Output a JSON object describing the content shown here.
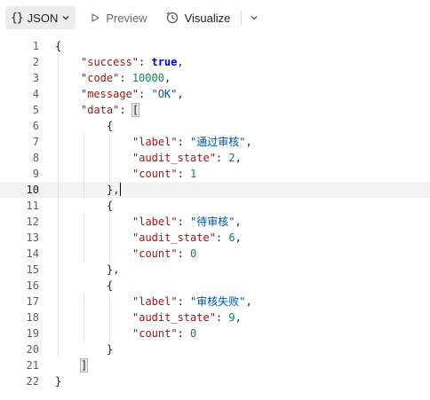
{
  "toolbar": {
    "format_label": "JSON",
    "preview_label": "Preview",
    "visualize_label": "Visualize",
    "icons": {
      "format": "braces-icon",
      "format_dropdown": "chevron-down-icon",
      "preview": "play-icon",
      "visualize": "visualize-icon",
      "more": "chevron-down-icon"
    }
  },
  "editor": {
    "active_line": 10,
    "lines": [
      {
        "num": "1",
        "indent": 0,
        "tokens": [
          [
            "p",
            "{"
          ]
        ]
      },
      {
        "num": "2",
        "indent": 1,
        "tokens": [
          [
            "k",
            "\"success\""
          ],
          [
            "p",
            ": "
          ],
          [
            "b",
            "true"
          ],
          [
            "p",
            ","
          ]
        ]
      },
      {
        "num": "3",
        "indent": 1,
        "tokens": [
          [
            "k",
            "\"code\""
          ],
          [
            "p",
            ": "
          ],
          [
            "n",
            "10000"
          ],
          [
            "p",
            ","
          ]
        ]
      },
      {
        "num": "4",
        "indent": 1,
        "tokens": [
          [
            "k",
            "\"message\""
          ],
          [
            "p",
            ": "
          ],
          [
            "s",
            "\"OK\""
          ],
          [
            "p",
            ","
          ]
        ]
      },
      {
        "num": "5",
        "indent": 1,
        "tokens": [
          [
            "k",
            "\"data\""
          ],
          [
            "p",
            ": "
          ],
          [
            "hl",
            "["
          ]
        ]
      },
      {
        "num": "6",
        "indent": 2,
        "tokens": [
          [
            "p",
            "{"
          ]
        ]
      },
      {
        "num": "7",
        "indent": 3,
        "tokens": [
          [
            "k",
            "\"label\""
          ],
          [
            "p",
            ": "
          ],
          [
            "s",
            "\"通过审核\""
          ],
          [
            "p",
            ","
          ]
        ]
      },
      {
        "num": "8",
        "indent": 3,
        "tokens": [
          [
            "k",
            "\"audit_state\""
          ],
          [
            "p",
            ": "
          ],
          [
            "n",
            "2"
          ],
          [
            "p",
            ","
          ]
        ]
      },
      {
        "num": "9",
        "indent": 3,
        "tokens": [
          [
            "k",
            "\"count\""
          ],
          [
            "p",
            ": "
          ],
          [
            "n",
            "1"
          ]
        ]
      },
      {
        "num": "10",
        "indent": 2,
        "tokens": [
          [
            "p",
            "},"
          ],
          [
            "cursor",
            ""
          ]
        ]
      },
      {
        "num": "11",
        "indent": 2,
        "tokens": [
          [
            "p",
            "{"
          ]
        ]
      },
      {
        "num": "12",
        "indent": 3,
        "tokens": [
          [
            "k",
            "\"label\""
          ],
          [
            "p",
            ": "
          ],
          [
            "s",
            "\"待审核\""
          ],
          [
            "p",
            ","
          ]
        ]
      },
      {
        "num": "13",
        "indent": 3,
        "tokens": [
          [
            "k",
            "\"audit_state\""
          ],
          [
            "p",
            ": "
          ],
          [
            "n",
            "6"
          ],
          [
            "p",
            ","
          ]
        ]
      },
      {
        "num": "14",
        "indent": 3,
        "tokens": [
          [
            "k",
            "\"count\""
          ],
          [
            "p",
            ": "
          ],
          [
            "n",
            "0"
          ]
        ]
      },
      {
        "num": "15",
        "indent": 2,
        "tokens": [
          [
            "p",
            "},"
          ]
        ]
      },
      {
        "num": "16",
        "indent": 2,
        "tokens": [
          [
            "p",
            "{"
          ]
        ]
      },
      {
        "num": "17",
        "indent": 3,
        "tokens": [
          [
            "k",
            "\"label\""
          ],
          [
            "p",
            ": "
          ],
          [
            "s",
            "\"审核失败\""
          ],
          [
            "p",
            ","
          ]
        ]
      },
      {
        "num": "18",
        "indent": 3,
        "tokens": [
          [
            "k",
            "\"audit_state\""
          ],
          [
            "p",
            ": "
          ],
          [
            "n",
            "9"
          ],
          [
            "p",
            ","
          ]
        ]
      },
      {
        "num": "19",
        "indent": 3,
        "tokens": [
          [
            "k",
            "\"count\""
          ],
          [
            "p",
            ": "
          ],
          [
            "n",
            "0"
          ]
        ]
      },
      {
        "num": "20",
        "indent": 2,
        "tokens": [
          [
            "p",
            "}"
          ]
        ]
      },
      {
        "num": "21",
        "indent": 1,
        "tokens": [
          [
            "hl",
            "]"
          ]
        ]
      },
      {
        "num": "22",
        "indent": 0,
        "tokens": [
          [
            "p",
            "}"
          ]
        ]
      }
    ]
  }
}
